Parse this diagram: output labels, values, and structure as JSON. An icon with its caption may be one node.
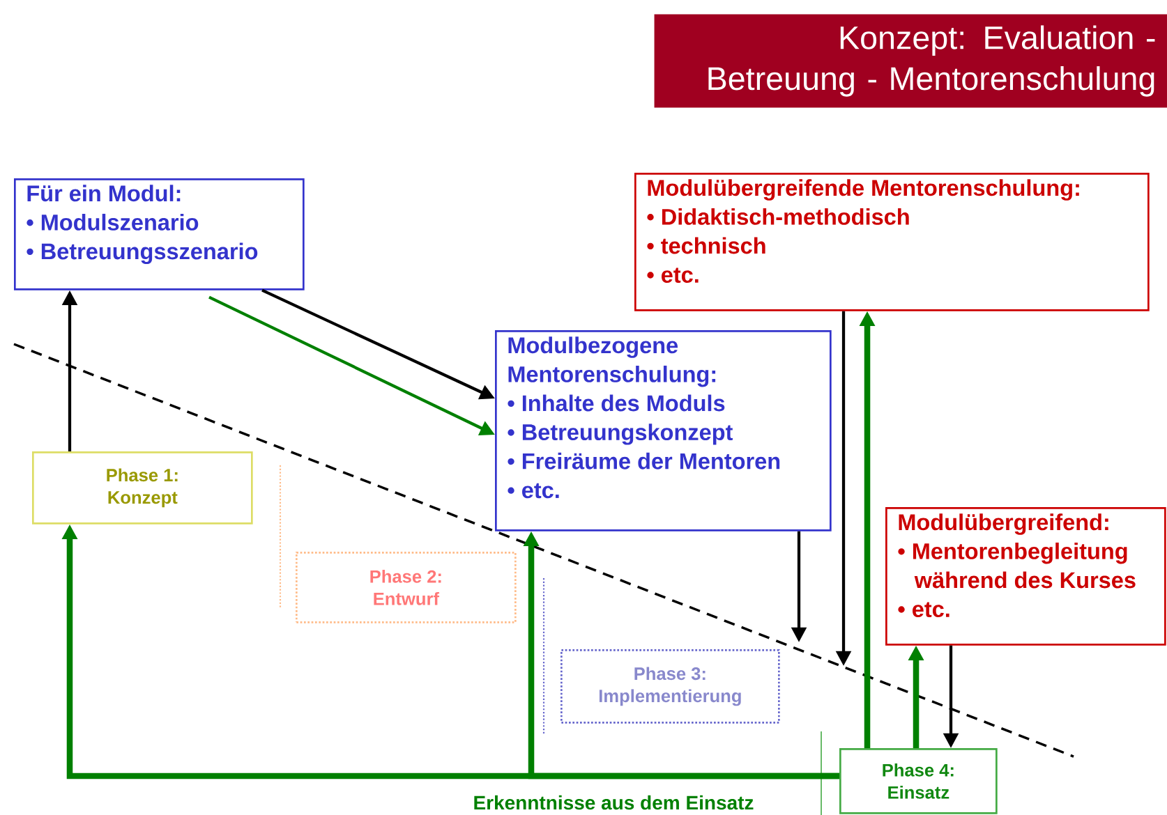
{
  "diagram": {
    "title": "Konzept: Evaluation - Betreuung - Mentorenschulung",
    "nodes": [
      {
        "text": [
          "Für ein Modul:",
          "• Modulszenario",
          "• Betreuungsszenario"
        ]
      },
      {
        "text": [
          "Modulbezogene Mentorenschulung:",
          "• Inhalte des Moduls",
          "• Betreuungskonzept",
          "• Freiräume der Mentoren",
          "• etc."
        ]
      },
      {
        "text": [
          "Modulübergreifende Mentorenschulung:",
          "• Didaktisch-methodisch",
          "• technisch",
          "• etc."
        ]
      },
      {
        "text": [
          "Modulübergreifend:",
          "• Mentorenbegleitung während des Kurses",
          "• etc."
        ]
      },
      {
        "text": [
          "Phase 1: Konzept"
        ]
      },
      {
        "text": [
          "Phase 2: Entwurf"
        ]
      },
      {
        "text": [
          "Phase 3: Implementierung"
        ]
      },
      {
        "text": [
          "Phase 4: Einsatz"
        ]
      }
    ],
    "edges": [
      {
        "from": 4,
        "to": 0,
        "arrow": "to"
      },
      {
        "from": 0,
        "to": 1,
        "arrow": "to"
      },
      {
        "from": 0,
        "to": 1,
        "arrow": "to",
        "color": "#008000"
      },
      {
        "from": 1,
        "to": null,
        "arrow": "to"
      },
      {
        "from": 2,
        "to": null,
        "arrow": "to"
      },
      {
        "from": 7,
        "to": 2,
        "arrow": "to",
        "style": "thick",
        "color": "#008000"
      },
      {
        "from": 7,
        "to": 3,
        "arrow": "to",
        "style": "thick",
        "color": "#008000"
      },
      {
        "from": 3,
        "to": 7,
        "arrow": "to"
      },
      {
        "from": 7,
        "to": 4,
        "arrow": "to",
        "style": "thick",
        "color": "#008000",
        "label": "Erkenntnisse aus dem Einsatz"
      },
      {
        "from": 7,
        "to": 1,
        "arrow": "to",
        "style": "thick",
        "color": "#008000"
      }
    ]
  }
}
